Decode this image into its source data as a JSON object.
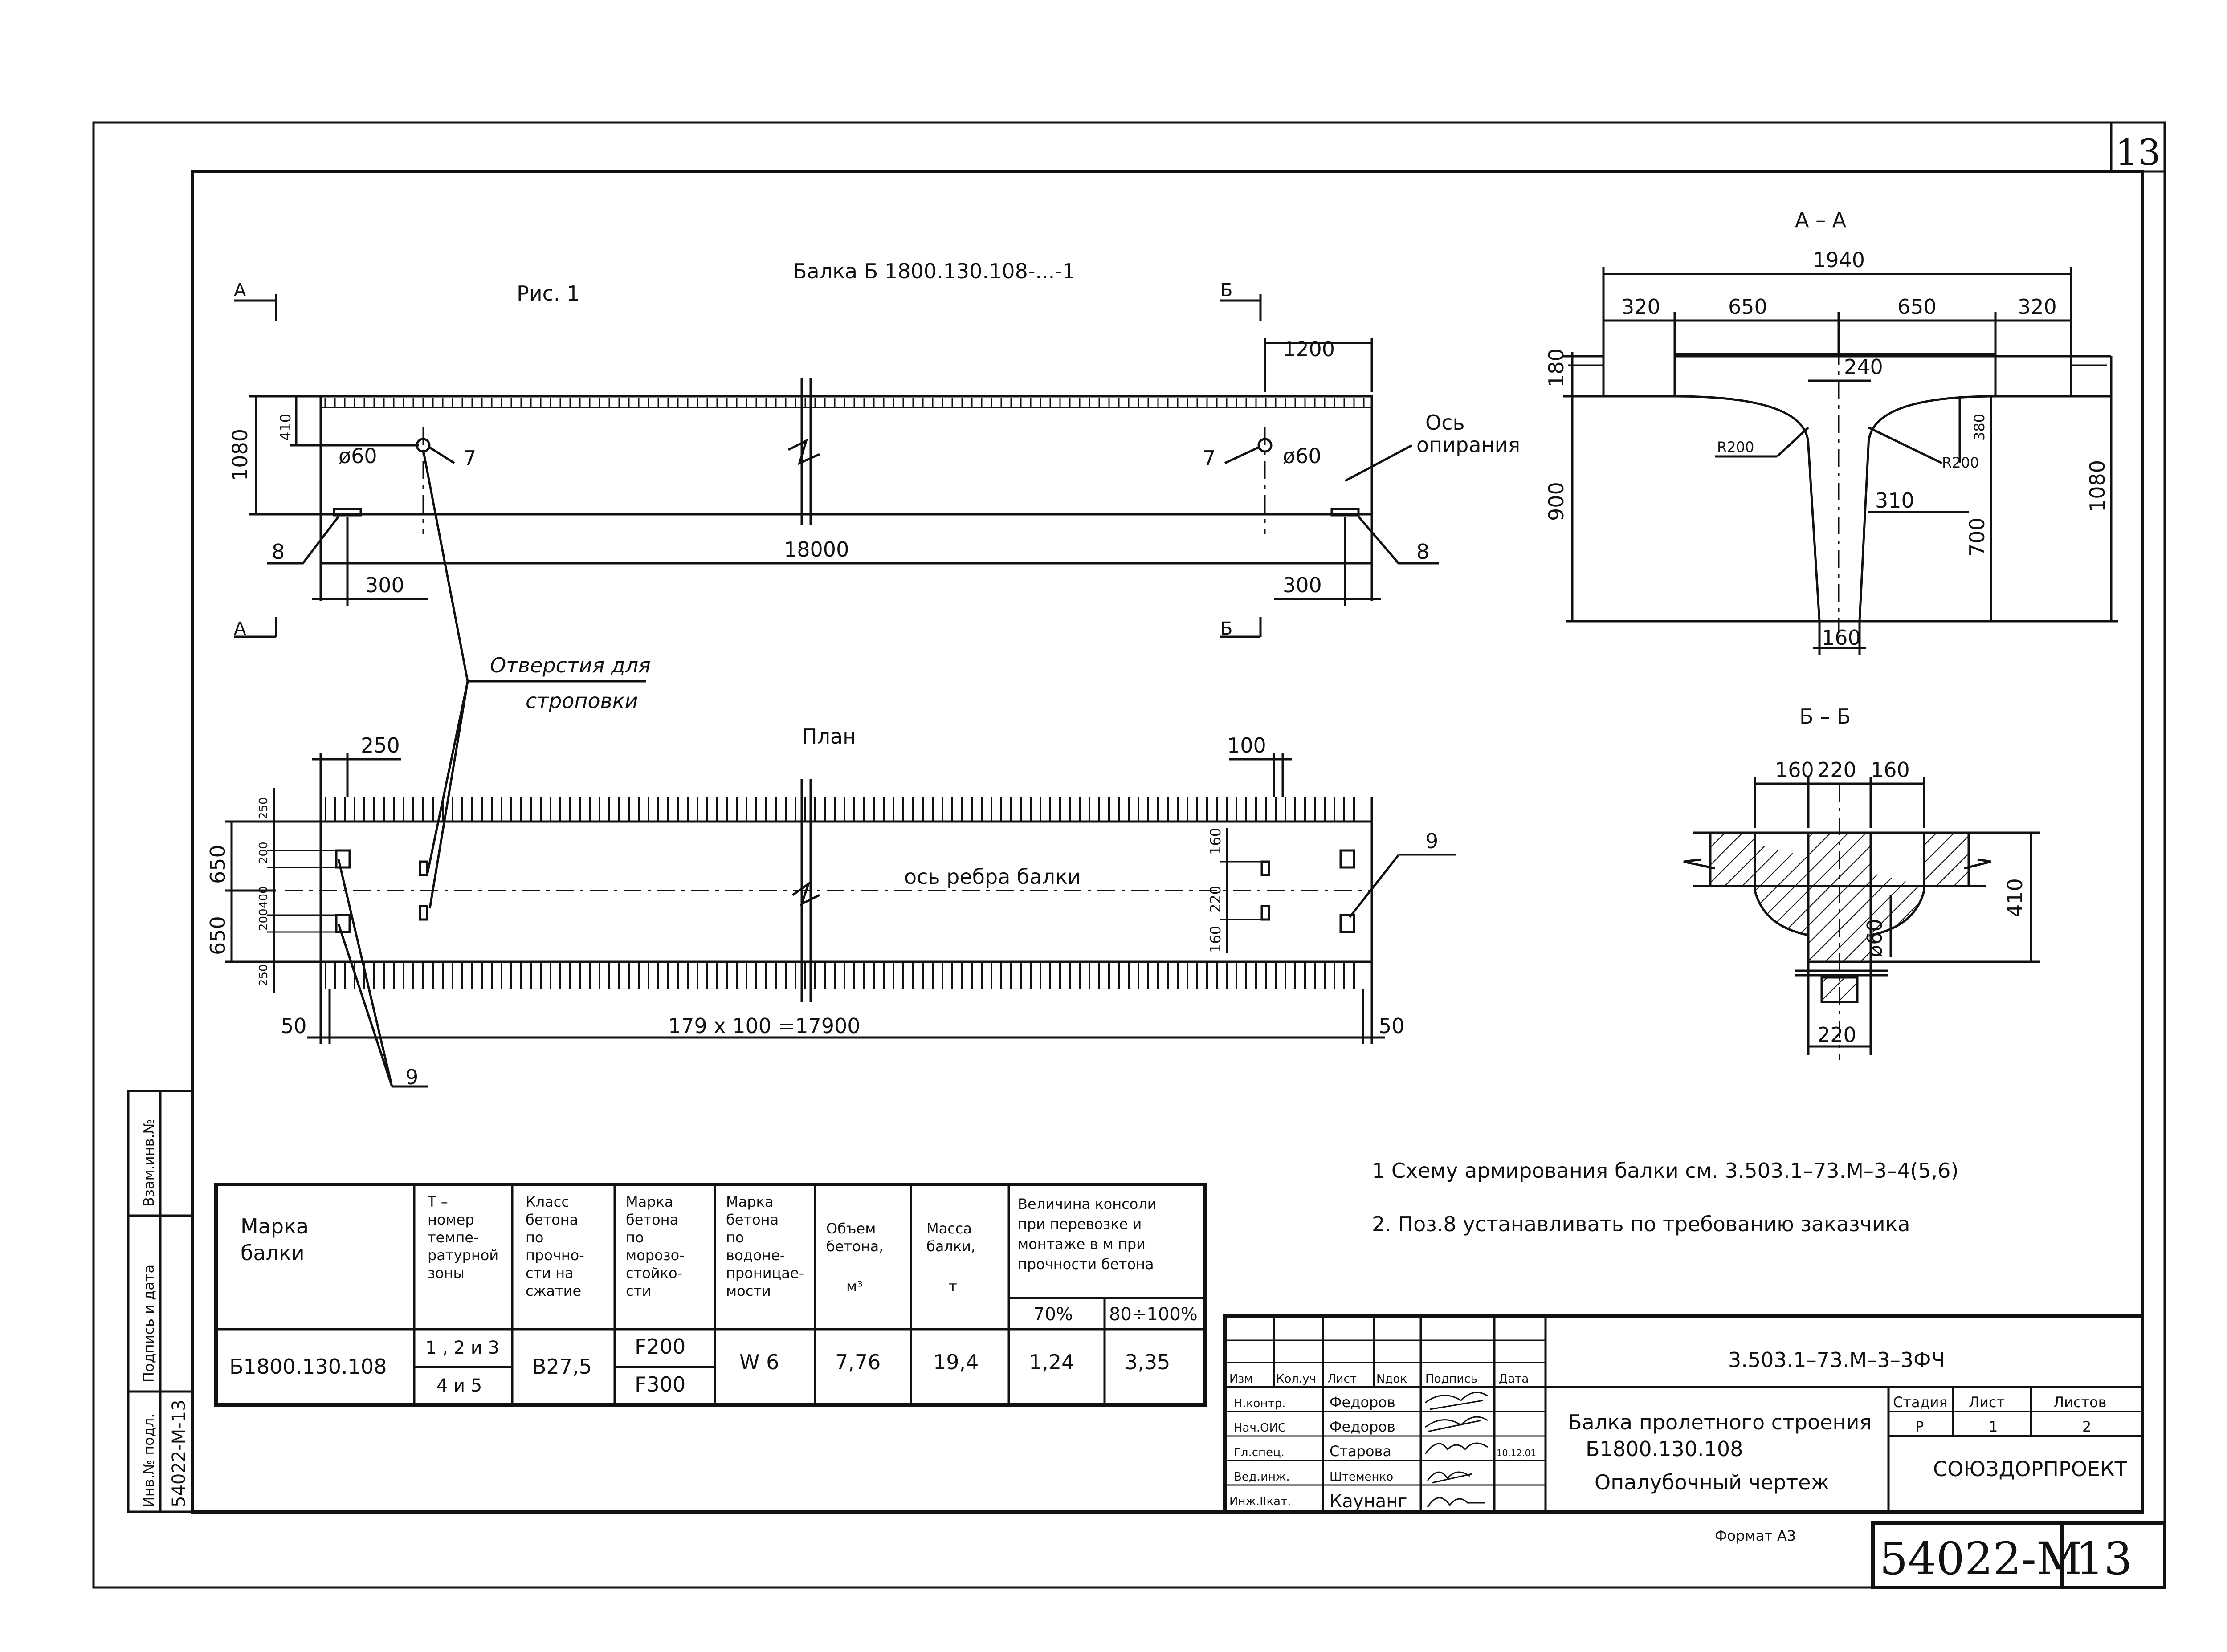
{
  "sheet": {
    "sheet_number_top": "13",
    "sheet_number_bottom": "13",
    "drawing_code": "54022-М",
    "format_label": "Формат А3"
  },
  "left_strip": {
    "inv_no": "Инв.№ подл.",
    "sign_date": "Подпись и дата",
    "replaces": "Взам.инв.№",
    "inv_value": "54022-М-13"
  },
  "side_view": {
    "figure_label": "Рис. 1",
    "title": "Балка Б 1800.130.108-...-1",
    "section_a": "А",
    "section_b": "Б",
    "dim_1080": "1080",
    "dim_410": "410",
    "dim_1200": "1200",
    "dim_18000": "18000",
    "dim_300_left": "300",
    "dim_300_right": "300",
    "hole_left": "ø60",
    "hole_right": "ø60",
    "pos_7_left": "7",
    "pos_7_right": "7",
    "pos_8_left": "8",
    "pos_8_right": "8",
    "axis_label_1": "Ось",
    "axis_label_2": "опирания"
  },
  "callout": {
    "line1": "Отверстия для",
    "line2": "строповки"
  },
  "plan_view": {
    "title": "План",
    "dim_250_top": "250",
    "dim_100": "100",
    "dim_650_top": "650",
    "dim_650_bottom": "650",
    "dim_250_a": "250",
    "dim_200_a": "200",
    "dim_400": "400",
    "dim_200_b": "200",
    "dim_250_b": "250",
    "dim_160_a": "160",
    "dim_220": "220",
    "dim_160_b": "160",
    "axis_label": "ось ребра балки",
    "pos_9_right": "9",
    "pos_9_bottom": "9",
    "dim_50_left": "50",
    "dim_50_right": "50",
    "dim_total": "179 х 100 =17900"
  },
  "section_aa": {
    "title": "А – А",
    "dim_1940": "1940",
    "dim_320_left": "320",
    "dim_650_left": "650",
    "dim_650_right": "650",
    "dim_320_right": "320",
    "dim_180": "180",
    "dim_240": "240",
    "dim_r200_left": "R200",
    "dim_r200_right": "R200",
    "dim_380": "380",
    "dim_310": "310",
    "dim_900": "900",
    "dim_700": "700",
    "dim_1080": "1080",
    "dim_160": "160"
  },
  "section_bb": {
    "title": "Б – Б",
    "dim_160_l": "160",
    "dim_220_t": "220",
    "dim_160_r": "160",
    "dim_410": "410",
    "dim_60": "ø60",
    "dim_220_b": "220"
  },
  "notes": [
    "1 Схему армирования балки см. 3.503.1–73.М–3–4(5,6)",
    "2. Поз.8 устанавливать по требованию заказчика"
  ],
  "spec_table": {
    "headers": {
      "mark": [
        "Марка",
        "балки"
      ],
      "t_zone": [
        "Т –",
        "номер",
        "темпе-",
        "ратурной",
        "зоны"
      ],
      "class": [
        "Класс",
        "бетона",
        "по",
        "прочно-",
        "сти на",
        "сжатие"
      ],
      "frost": [
        "Марка",
        "бетона",
        "по",
        "морозо-",
        "стойко-",
        "сти"
      ],
      "water": [
        "Марка",
        "бетона",
        "по",
        "водоне-",
        "проницае-",
        "мости"
      ],
      "volume": [
        "Объем",
        "бетона,",
        "м³"
      ],
      "mass": [
        "Масса",
        "балки,",
        "т"
      ],
      "console": [
        "Величина консоли",
        "при перевозке и",
        "монтаже в м при",
        "прочности бетона"
      ],
      "pct70": "70%",
      "pct80": "80÷100%"
    },
    "row": {
      "mark": "Б1800.130.108",
      "zone1": "1 , 2 и 3",
      "zone2": "4 и 5",
      "class": "В27,5",
      "frost1": "F200",
      "frost2": "F300",
      "water": "W 6",
      "volume": "7,76",
      "mass": "19,4",
      "c70": "1,24",
      "c80": "3,35"
    }
  },
  "title_block": {
    "code": "3.503.1–73.М–3–3ФЧ",
    "head": [
      "Изм",
      "Кол.уч",
      "Лист",
      "Nдок",
      "Подпись",
      "Дата"
    ],
    "people": [
      {
        "role": "Н.контр.",
        "name": "Федоров",
        "date": ""
      },
      {
        "role": "Нач.ОИС",
        "name": "Федоров",
        "date": ""
      },
      {
        "role": "Гл.спец.",
        "name": "Старова",
        "date": "10.12.01"
      },
      {
        "role": "Вед.инж.",
        "name": "Штеменко",
        "date": ""
      },
      {
        "role": "Инж.IIкат.",
        "name": "Каунанг",
        "date": ""
      }
    ],
    "name_lines": [
      "Балка пролетного строения",
      "Б1800.130.108",
      "Опалубочный чертеж"
    ],
    "stage_label": "Стадия",
    "sheet_label": "Лист",
    "sheets_label": "Листов",
    "stage": "Р",
    "sheet": "1",
    "sheets": "2",
    "org": "СОЮЗДОРПРОЕКТ"
  }
}
